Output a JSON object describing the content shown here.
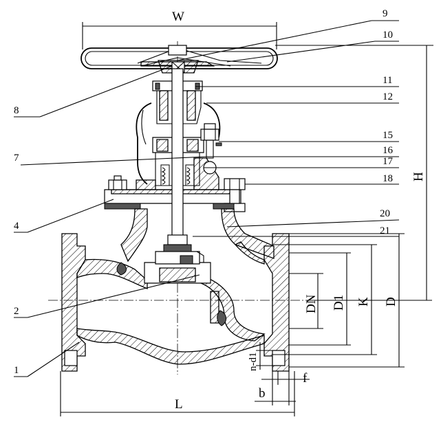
{
  "part_numbers": [
    "9",
    "10",
    "11",
    "12",
    "15",
    "16",
    "17",
    "18",
    "20",
    "21",
    "8",
    "7",
    "4",
    "2",
    "1"
  ],
  "dimensions": {
    "W": "W",
    "H": "H",
    "L": "L",
    "DN": "DN",
    "D1": "D1",
    "K": "K",
    "D": "D",
    "nd1": "n-d1",
    "f": "f",
    "b": "b"
  }
}
